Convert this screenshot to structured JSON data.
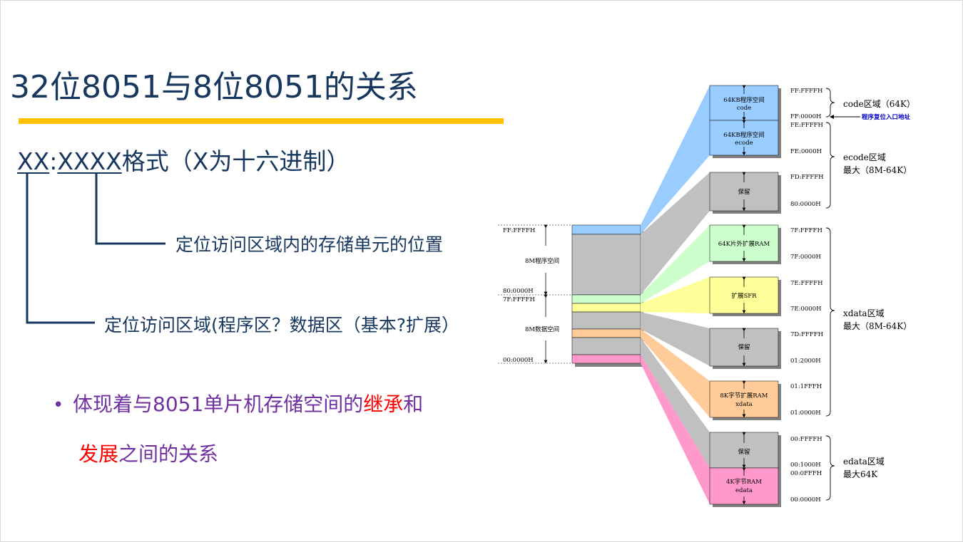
{
  "title": "32位8051与8位8051的关系",
  "format": {
    "seg1": "XX",
    "colon": ":",
    "seg2": "XXXX",
    "rest": "格式（X为十六进制）"
  },
  "desc_offset": "定位访问区域内的存储单元的位置",
  "desc_region": "定位访问区域(程序区？数据区（基本?扩展）",
  "bullet": {
    "dot": "•",
    "line1_a": "体现着与8051单片机存储空间的",
    "line1_red": "继承",
    "line1_b": "和",
    "line2_red": "发展",
    "line2_b": "之间的关系"
  },
  "diagram": {
    "left_labels": {
      "ff_ffff": "FF:FFFFH",
      "code_space": "8M程序空间",
      "start_80": "80:0000H",
      "f7_ffff": "7F:FFFFH",
      "data_space": "8M数据空间",
      "start_00": "00:0000H"
    },
    "blocks": {
      "code_name": "64KB程序空间",
      "code_sub": "code",
      "ecode_name": "64KB程序空间",
      "ecode_sub": "ecode",
      "reserved1": "保留",
      "ext_ram": "64K片外扩展RAM",
      "ext_sfr": "扩展SFR",
      "reserved2": "保留",
      "xdata_name": "8K字节扩展RAM",
      "xdata_sub": "xdata",
      "reserved3": "保留",
      "edata_name": "4K字节RAM",
      "edata_sub": "edata"
    },
    "addresses": {
      "a1": "FF:FFFFH",
      "a2": "FF:0000H",
      "a3": "FE:FFFFH",
      "a4": "FE:0000H",
      "a5": "FD:FFFFH",
      "a6": "80:0000H",
      "a7": "7F:FFFFH",
      "a8": "7F:0000H",
      "a9": "7E:FFFFH",
      "a10": "7E:0000H",
      "a11": "7D:FFFFH",
      "a12": "01:2000H",
      "a13": "01:1FFFH",
      "a14": "01:0000H",
      "a15": "00:FFFFH",
      "a16": "00:1000H",
      "a17": "00:0FFFH",
      "a18": "00:0000H"
    },
    "regions": {
      "code_region": "code区域（64K）",
      "reset_entry": "程序复位入口地址",
      "ecode_region": "ecode区域",
      "ecode_max": "最大（8M-64K）",
      "xdata_region": "xdata区域",
      "xdata_max": "最大（8M-64K）",
      "edata_region": "edata区域",
      "edata_max": "最大64K"
    },
    "colors": {
      "blue": "#99ccff",
      "gray": "#c0c0c0",
      "green": "#ccffcc",
      "yellow": "#ffff99",
      "orange": "#ffcc99",
      "pink": "#ff99cc",
      "navy": "#17375e",
      "gold": "#ffc000"
    }
  }
}
